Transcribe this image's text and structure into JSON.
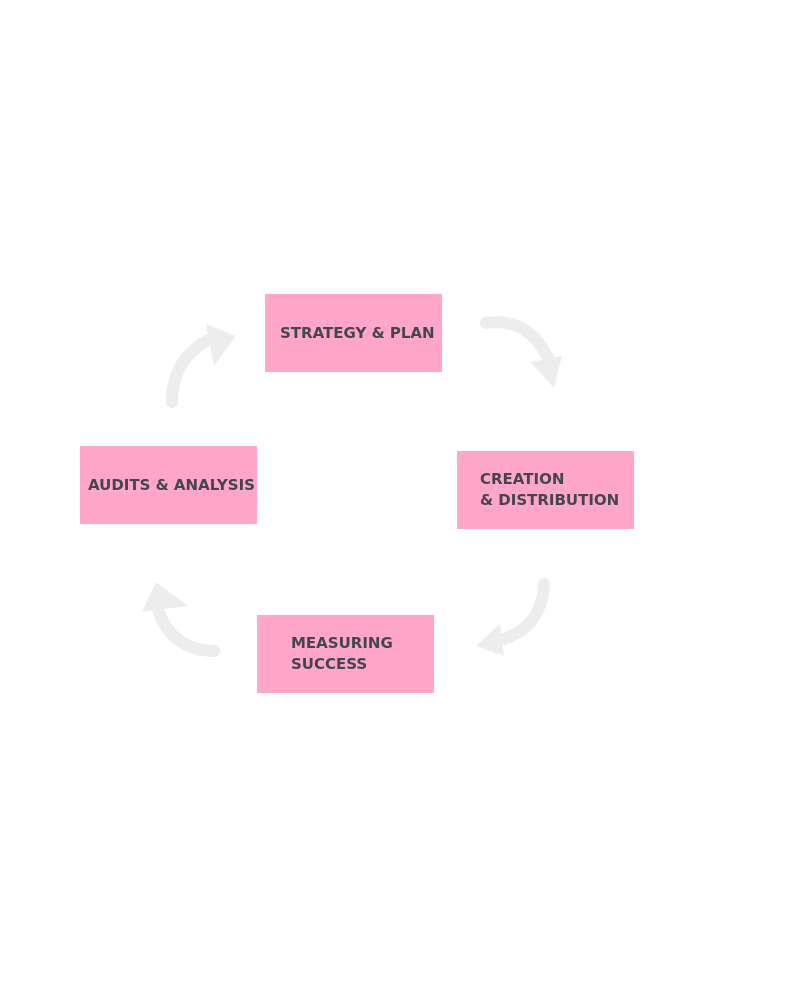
{
  "colors": {
    "box_fill": "#ffa6c9",
    "text": "#45454f",
    "arrow": "#ededed"
  },
  "steps": [
    {
      "line1": "STRATEGY & PLAN",
      "line2": ""
    },
    {
      "line1": "CREATION",
      "line2": "& DISTRIBUTION"
    },
    {
      "line1": "MEASURING",
      "line2": "SUCCESS"
    },
    {
      "line1": "AUDITS & ANALYSIS",
      "line2": ""
    }
  ],
  "arrows": [
    {
      "icon": "curved-arrow-icon",
      "from": "STRATEGY & PLAN",
      "to": "CREATION & DISTRIBUTION"
    },
    {
      "icon": "curved-arrow-icon",
      "from": "CREATION & DISTRIBUTION",
      "to": "MEASURING SUCCESS"
    },
    {
      "icon": "curved-arrow-icon",
      "from": "MEASURING SUCCESS",
      "to": "AUDITS & ANALYSIS"
    },
    {
      "icon": "curved-arrow-icon",
      "from": "AUDITS & ANALYSIS",
      "to": "STRATEGY & PLAN"
    }
  ]
}
